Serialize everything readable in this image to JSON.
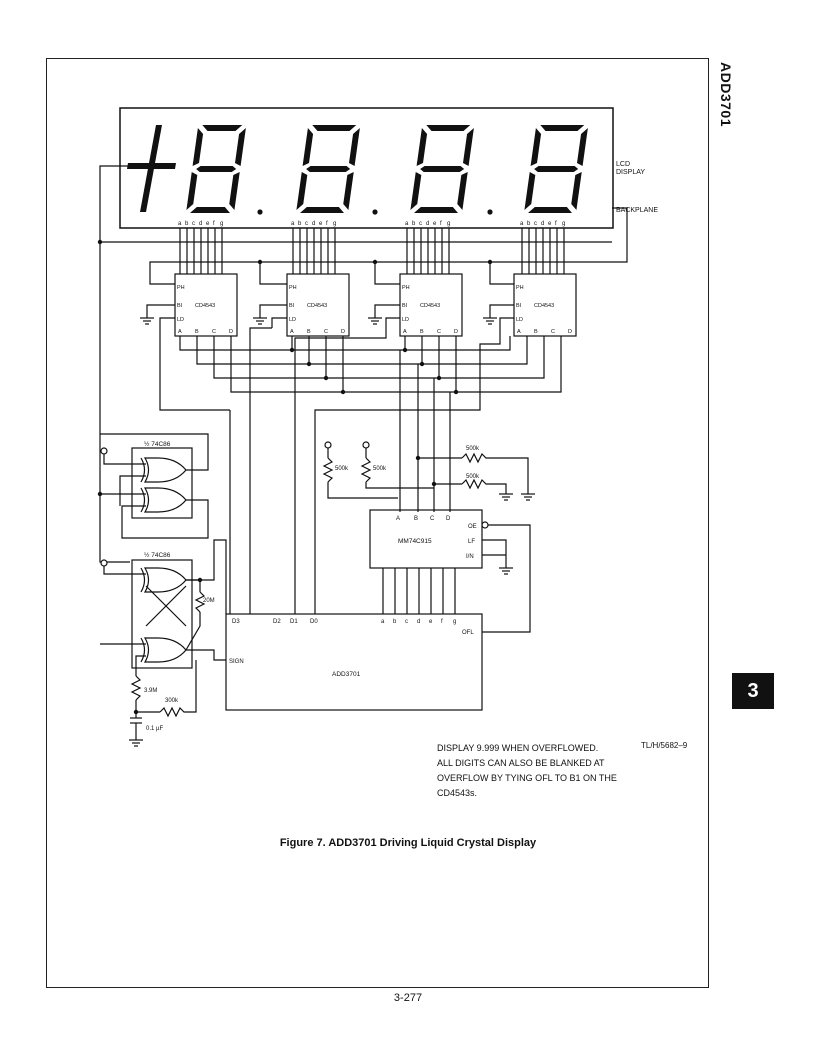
{
  "header": {
    "side_title": "ADD3701"
  },
  "section_tab": "3",
  "display": {
    "name": "LCD DISPLAY",
    "label_line1": "LCD",
    "label_line2": "DISPLAY",
    "backplane_label": "BACKPLANE",
    "segment_pins": [
      "a",
      "b",
      "c",
      "d",
      "e",
      "f",
      "g"
    ]
  },
  "decoders": [
    {
      "part": "CD4543",
      "pins": {
        "ph": "PH",
        "bi": "BI",
        "ld": "LD",
        "a": "A",
        "b": "B",
        "c": "C",
        "d": "D"
      }
    },
    {
      "part": "CD4543",
      "pins": {
        "ph": "PH",
        "bi": "BI",
        "ld": "LD",
        "a": "A",
        "b": "B",
        "c": "C",
        "d": "D"
      }
    },
    {
      "part": "CD4543",
      "pins": {
        "ph": "PH",
        "bi": "BI",
        "ld": "LD",
        "a": "A",
        "b": "B",
        "c": "C",
        "d": "D"
      }
    },
    {
      "part": "CD4543",
      "pins": {
        "ph": "PH",
        "bi": "BI",
        "ld": "LD",
        "a": "A",
        "b": "B",
        "c": "C",
        "d": "D"
      }
    }
  ],
  "gates": {
    "upper_label": "½ 74C86",
    "lower_label": "½ 74C86"
  },
  "resistors": {
    "r500k_a": "500k",
    "r500k_b": "500k",
    "r500k_c": "500k",
    "r500k_d": "500k",
    "r20m": "20M",
    "r39m": "3.9M",
    "r300k": "300k"
  },
  "capacitor": "0.1 µF",
  "mm74c915": {
    "part": "MM74C915",
    "inputs": [
      "A",
      "B",
      "C",
      "D"
    ],
    "oe": "OE",
    "lf": "LF",
    "in": "I/N",
    "outputs": [
      "a",
      "b",
      "c",
      "d",
      "e",
      "f",
      "g"
    ]
  },
  "add3701": {
    "part": "ADD3701",
    "pins": {
      "d3": "D3",
      "d2": "D2",
      "d1": "D1",
      "d0": "D0",
      "sign": "SIGN",
      "ofl": "OFL"
    },
    "segment_pins": [
      "a",
      "b",
      "c",
      "d",
      "e",
      "f",
      "g"
    ]
  },
  "notes": [
    "DISPLAY 9.999 WHEN OVERFLOWED.",
    "ALL DIGITS CAN ALSO BE BLANKED AT",
    "OVERFLOW BY TYING OFL TO B1 ON THE",
    "CD4543s."
  ],
  "ref_code": "TL/H/5682–9",
  "caption": "Figure 7. ADD3701 Driving Liquid Crystal Display",
  "page_number": "3-277"
}
